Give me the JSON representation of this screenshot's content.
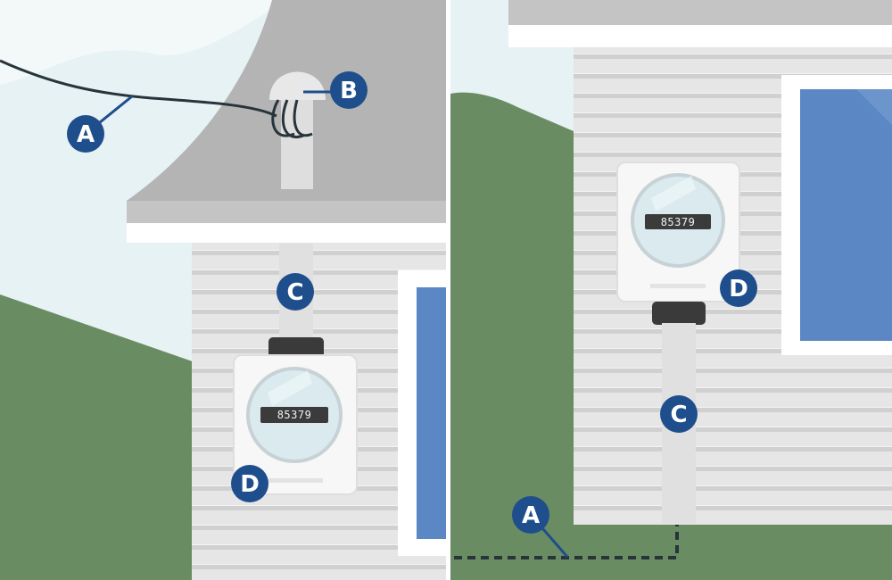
{
  "diagram": {
    "panels": [
      {
        "id": "overhead",
        "meter_reading": "85379"
      },
      {
        "id": "underground",
        "meter_reading": "85379"
      }
    ],
    "labels": {
      "service_line": "A",
      "weatherhead": "B",
      "conduit": "C",
      "meter": "D"
    }
  },
  "colors": {
    "sky": "#e6f2f4",
    "grass": "#6a8c62",
    "roof": "#b4b4b4",
    "siding": "#e3e3e3",
    "window": "#5b87c4",
    "label_fill": "#1f4e8c",
    "meter_box": "#f7f7f7",
    "meter_display": "#3b3b3b"
  }
}
